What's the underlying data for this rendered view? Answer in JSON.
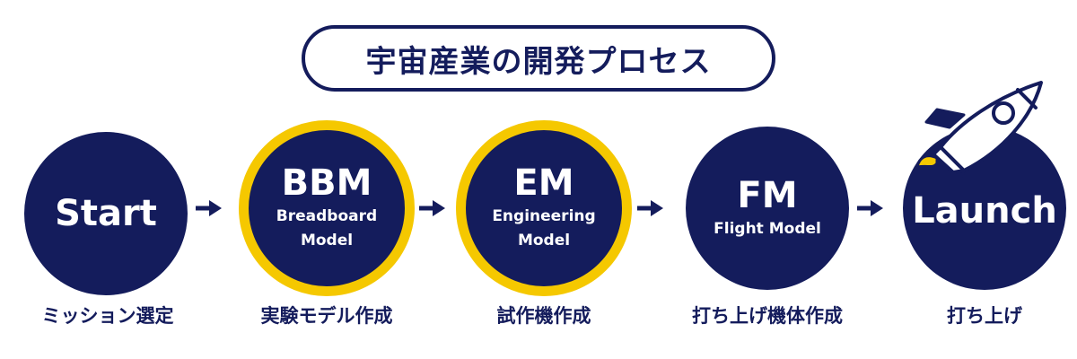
{
  "title": "宇宙産業の開発プロセス",
  "steps": [
    {
      "main": "Start",
      "sub1": "",
      "sub2": "",
      "caption": "ミッション選定"
    },
    {
      "main": "BBM",
      "sub1": "Breadboard",
      "sub2": "Model",
      "caption": "実験モデル作成"
    },
    {
      "main": "EM",
      "sub1": "Engineering",
      "sub2": "Model",
      "caption": "試作機作成"
    },
    {
      "main": "FM",
      "sub1": "Flight Model",
      "sub2": "",
      "caption": "打ち上げ機体作成"
    },
    {
      "main": "Launch",
      "sub1": "",
      "sub2": "",
      "caption": "打ち上げ"
    }
  ],
  "colors": {
    "navy": "#141c5c",
    "yellow": "#f5c800",
    "white": "#ffffff"
  },
  "icons": {
    "arrow": "arrow-right-icon",
    "rocket": "rocket-icon"
  }
}
